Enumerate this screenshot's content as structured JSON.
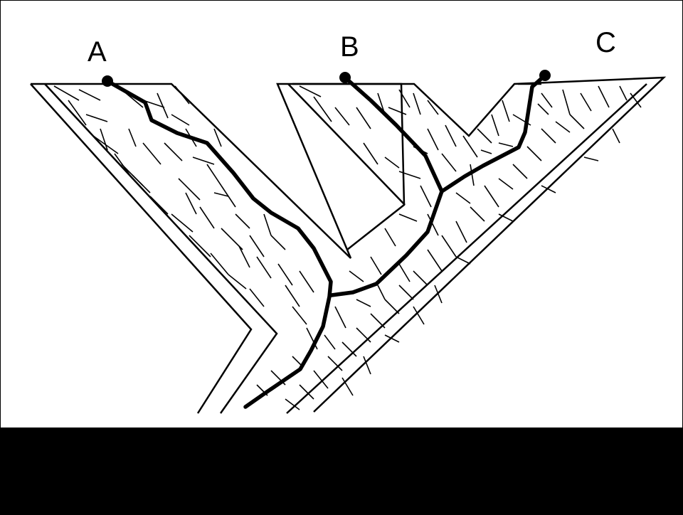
{
  "taxa": [
    {
      "id": "A",
      "label": "A"
    },
    {
      "id": "B",
      "label": "B"
    },
    {
      "id": "C",
      "label": "C"
    }
  ],
  "colors": {
    "line": "#000000",
    "background": "#ffffff",
    "bottom_bar": "#000000"
  }
}
